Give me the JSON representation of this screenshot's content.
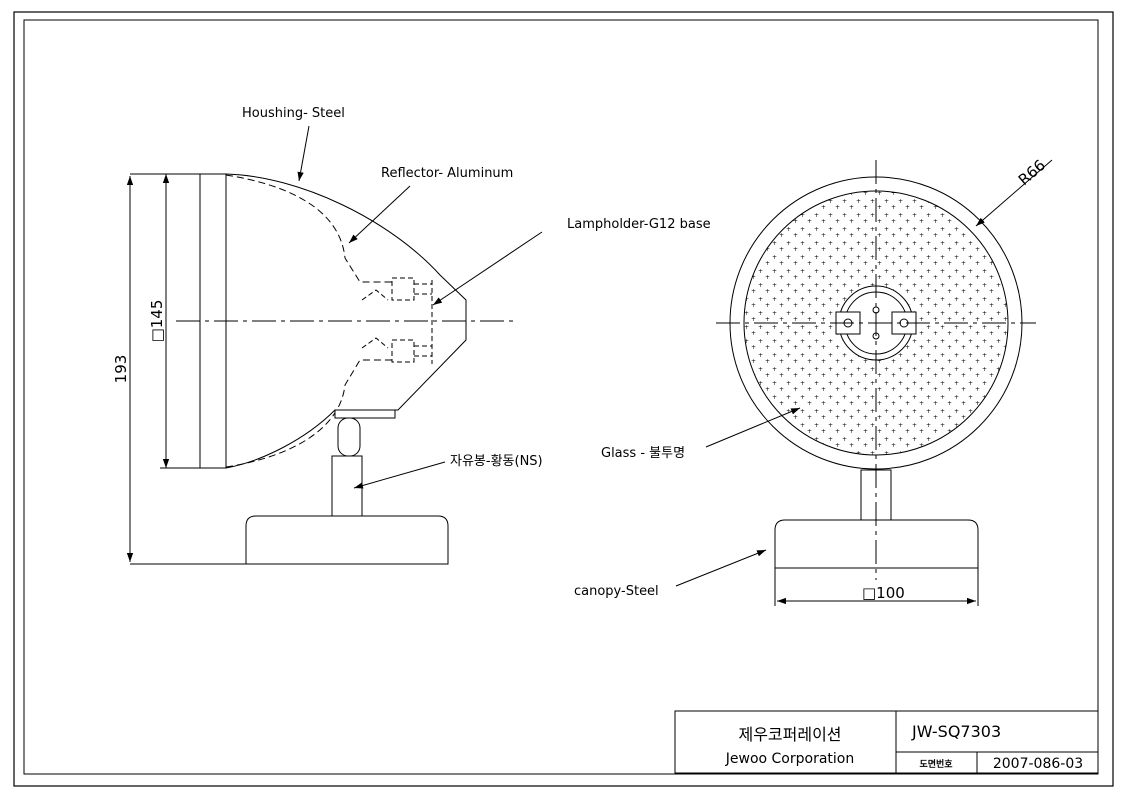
{
  "labels": {
    "housing": "Houshing- Steel",
    "reflector": "Reflector- Aluminum",
    "lampholder": "Lampholder-G12 base",
    "joint": "자유봉-황동(NS)",
    "glass": "Glass - 불투명",
    "canopy": "canopy-Steel"
  },
  "dimensions": {
    "overall_height": "193",
    "face_height": "□145",
    "radius": "R66",
    "canopy_width": "□100"
  },
  "title_block": {
    "company_ko": "제우코퍼레이션",
    "company_en": "Jewoo Corporation",
    "model": "JW-SQ7303",
    "drawing_no_label": "도면번호",
    "drawing_no": "2007-086-03"
  }
}
